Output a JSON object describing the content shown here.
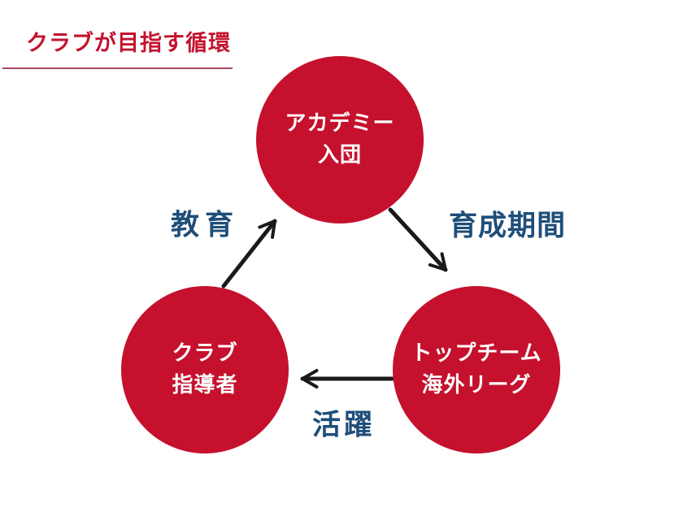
{
  "page": {
    "title": "クラブが目指す循環"
  },
  "colors": {
    "circle_red": "#c5112d",
    "title_red": "#c3132f",
    "underline_red": "#a8485e",
    "label_navy": "#1f4e79",
    "arrow_black": "#1a1a1a",
    "node_text_white": "#ffffff"
  },
  "diagram": {
    "nodes": [
      {
        "id": "academy",
        "line1": "アカデミー",
        "line2": "入団"
      },
      {
        "id": "club-coach",
        "line1": "クラブ",
        "line2": "指導者"
      },
      {
        "id": "top-team",
        "line1": "トップチーム",
        "line2": "海外リーグ"
      }
    ],
    "edges": [
      {
        "id": "education",
        "label": "教育",
        "from": "club-coach",
        "to": "academy"
      },
      {
        "id": "development",
        "label": "育成期間",
        "from": "academy",
        "to": "top-team"
      },
      {
        "id": "performance",
        "label": "活躍",
        "from": "top-team",
        "to": "club-coach"
      }
    ]
  }
}
